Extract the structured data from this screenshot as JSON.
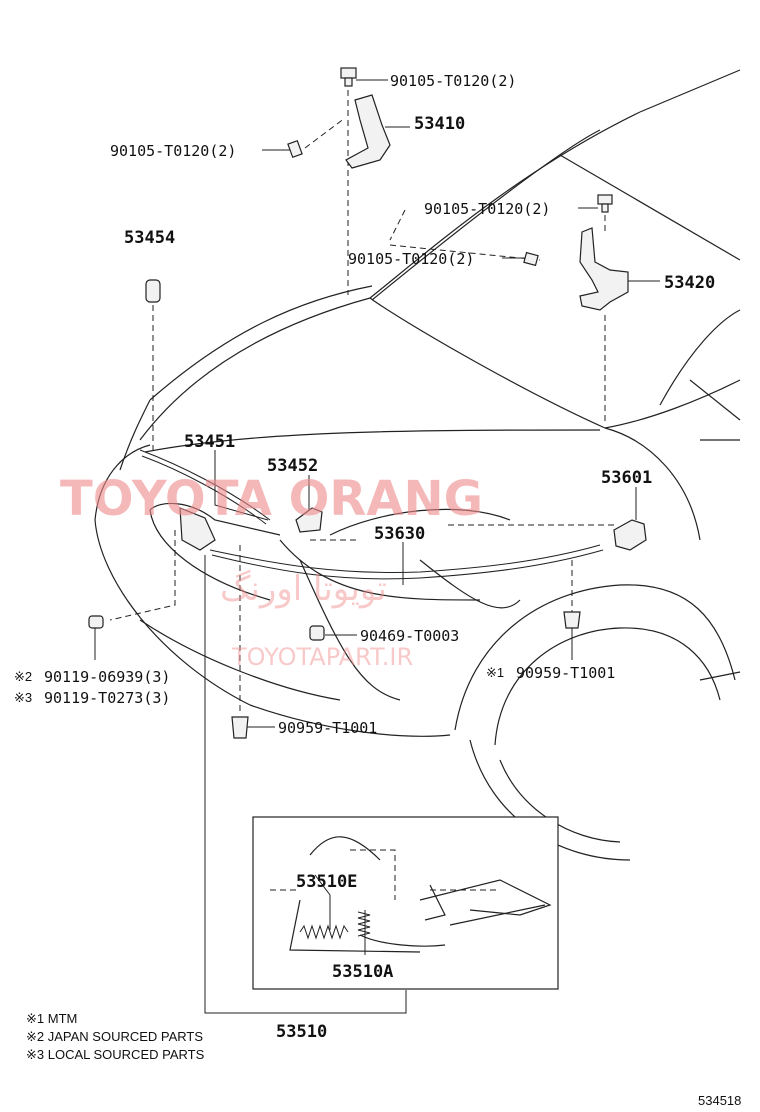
{
  "labels": {
    "bolt_top": "90105-T0120(2)",
    "bolt_left": "90105-T0120(2)",
    "hinge_left": "53410",
    "bolt_right_top": "90105-T0120(2)",
    "bolt_right_mid": "90105-T0120(2)",
    "hinge_right": "53420",
    "cushion": "53454",
    "seal": "53451",
    "striker": "53452",
    "cable": "53630",
    "lock_assy": "53601",
    "clamp": "90469-T0003",
    "clip_right": "90959-T1001",
    "clip_right_mark": "※1",
    "screw_1": "90119-06939(3)",
    "screw_1_mark": "※2",
    "screw_2": "90119-T0273(3)",
    "screw_2_mark": "※3",
    "clip_bottom": "90959-T1001",
    "lever_e": "53510E",
    "lever_a": "53510A",
    "lever_assy": "53510"
  },
  "notes": [
    "※1 MTM",
    "※2 JAPAN SOURCED PARTS",
    "※3 LOCAL SOURCED PARTS"
  ],
  "diagram_ref": "534518",
  "watermark": {
    "main": "TOYOTA ORANG",
    "persian": "تویوتا اورنگ",
    "site": "TOYOTAPART.IR"
  }
}
